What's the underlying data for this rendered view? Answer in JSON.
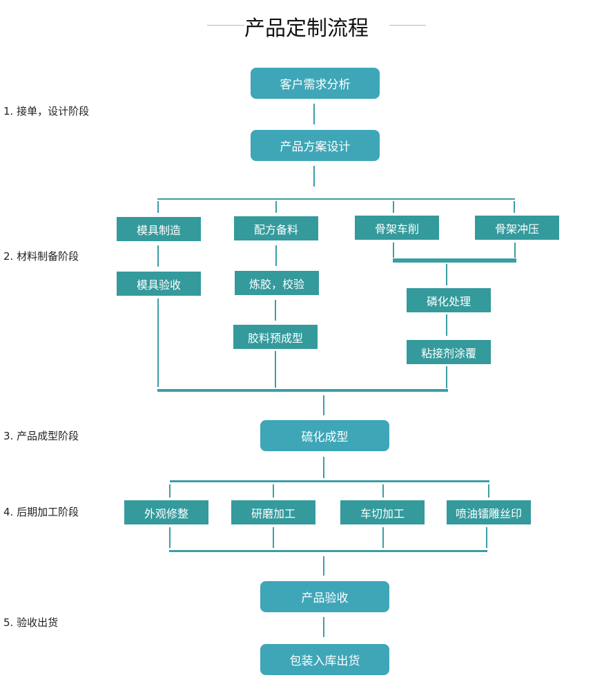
{
  "title": "产品定制流程",
  "stages": [
    "1. 接单，设计阶段",
    "2. 材料制备阶段",
    "3. 产品成型阶段",
    "4. 后期加工阶段",
    "5. 验收出货"
  ],
  "steps": {
    "demand": "客户需求分析",
    "design": "产品方案设计",
    "mold_make": "模具制造",
    "formula": "配方备料",
    "frame_turn": "骨架车削",
    "frame_press": "骨架冲压",
    "mold_check": "模具验收",
    "mixing": "炼胶，校验",
    "preform": "胶料预成型",
    "phosphate": "磷化处理",
    "adhesive": "粘接剂涂覆",
    "vulcanize": "硫化成型",
    "trim": "外观修整",
    "grind": "研磨加工",
    "lathe": "车切加工",
    "paint": "喷油镭雕丝印",
    "inspect": "产品验收",
    "ship": "包装入库出货"
  },
  "colors": {
    "rounded": "#3fa6b8",
    "square": "#349a9c",
    "line": "#3a9ea4"
  }
}
